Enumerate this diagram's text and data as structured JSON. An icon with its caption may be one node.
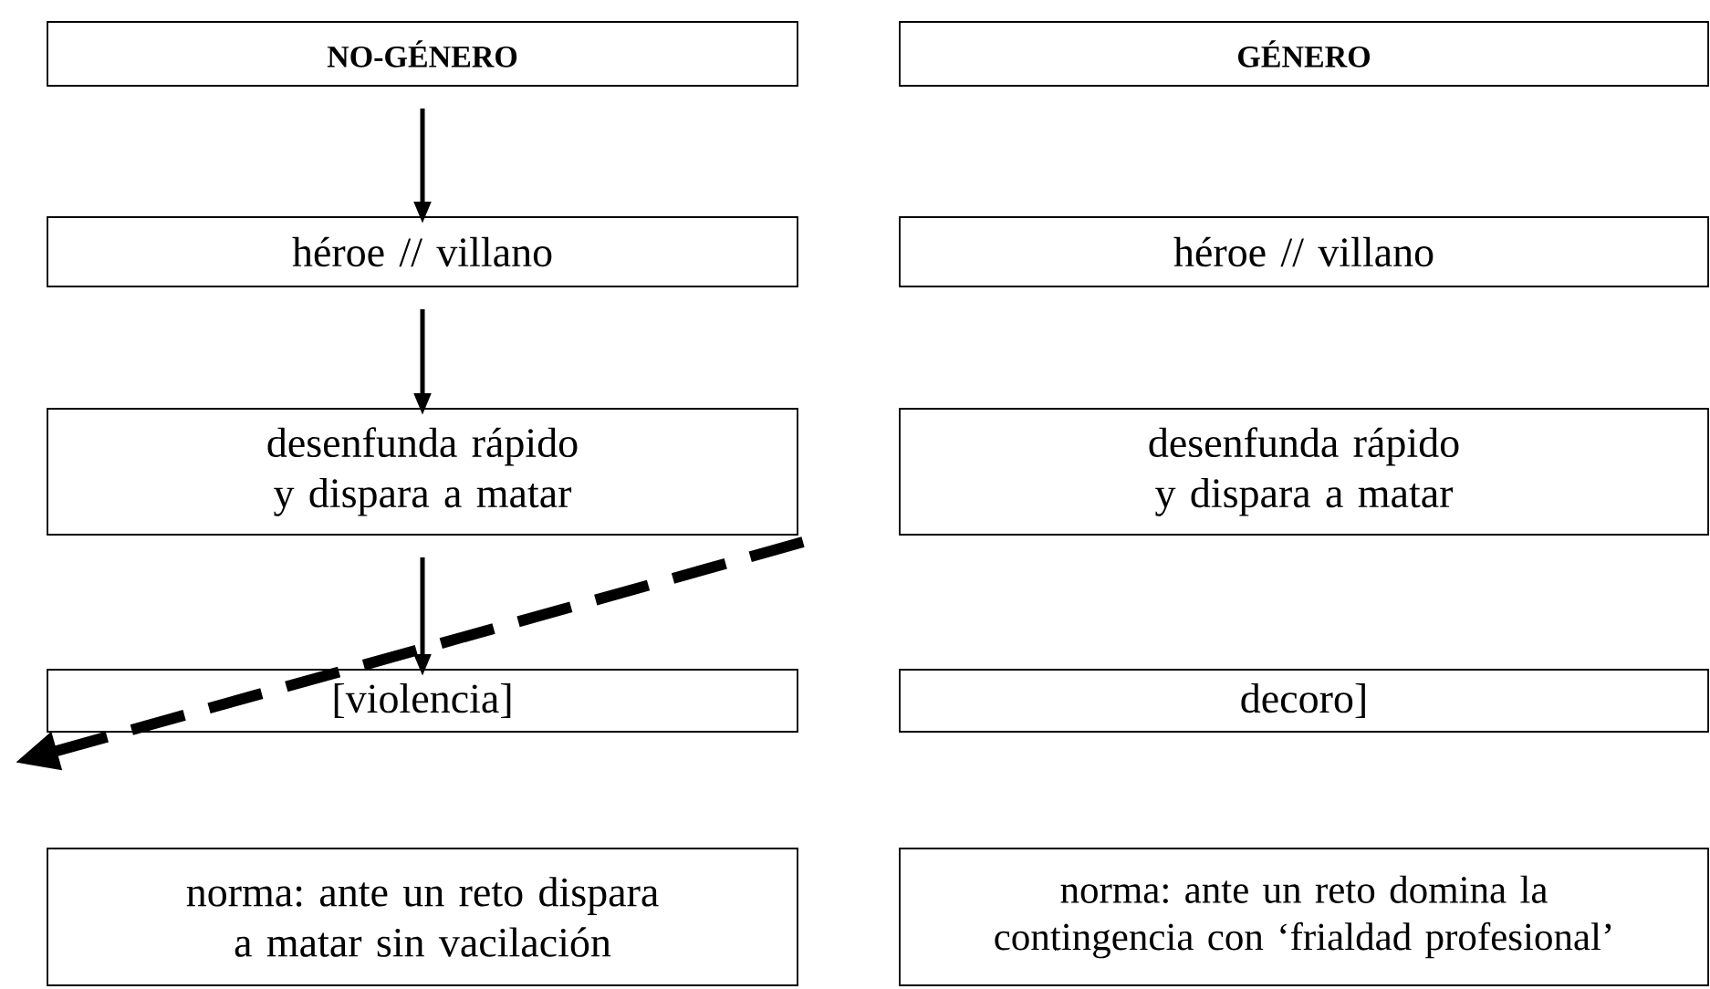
{
  "diagram": {
    "nodes": [
      {
        "text": [
          "NO-GÉNERO"
        ]
      },
      {
        "text": [
          "GÉNERO"
        ]
      },
      {
        "text": [
          "héroe // villano"
        ]
      },
      {
        "text": [
          "héroe // villano"
        ]
      },
      {
        "text": [
          "desenfunda rápido y dispara a matar"
        ]
      },
      {
        "text": [
          "desenfunda rápido y dispara a matar"
        ]
      },
      {
        "text": [
          "[violencia]"
        ]
      },
      {
        "text": [
          "decoro]"
        ]
      },
      {
        "text": [
          "norma: ante un reto dispara a matar sin vacilación"
        ]
      },
      {
        "text": [
          "norma: ante un reto domina la contingencia con ‘frialdad profesional’"
        ]
      }
    ],
    "edges": [
      {
        "from": 0,
        "to": 2,
        "arrow": "to"
      },
      {
        "from": 2,
        "to": 4,
        "arrow": "to"
      },
      {
        "from": 4,
        "to": 6,
        "arrow": "to"
      }
    ]
  }
}
